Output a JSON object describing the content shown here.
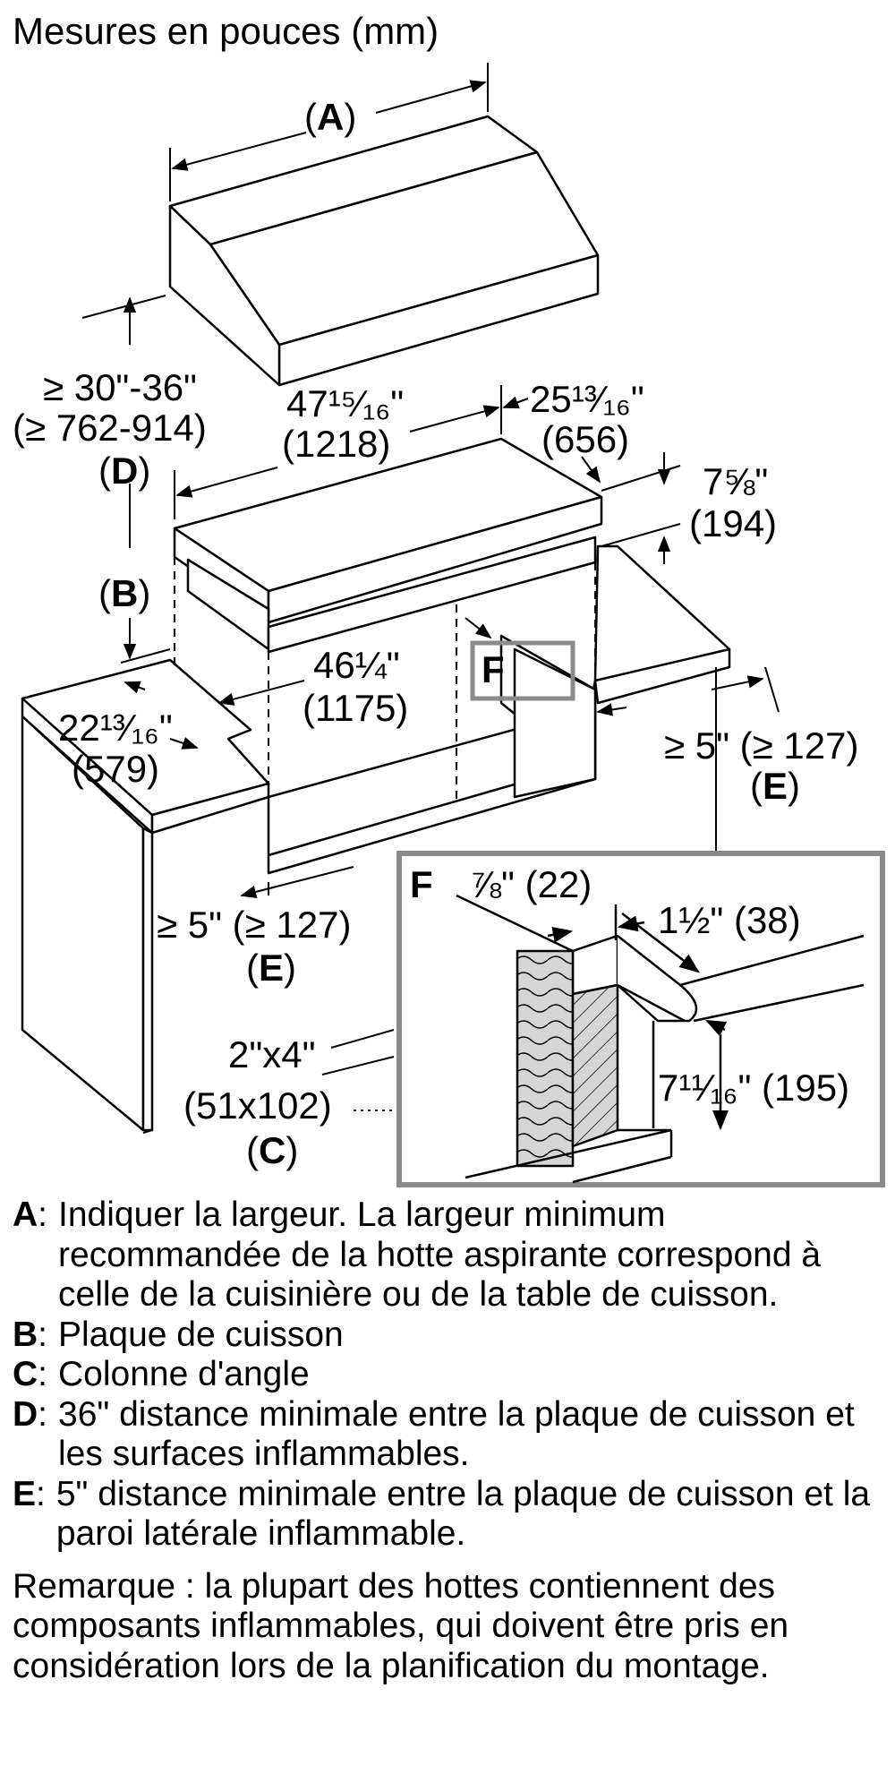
{
  "title": "Mesures en pouces (mm)",
  "dimensions": {
    "a_label": "A",
    "d_in": "≥ 30\"-36\"",
    "d_mm": "(≥ 762-914)",
    "d_label": "D",
    "b_label": "B",
    "width_hood_in": "47¹⁵⁄₁₆\"",
    "width_hood_mm": "(1218)",
    "depth_hood_in": "25¹³⁄₁₆\"",
    "depth_hood_mm": "(656)",
    "height_hood_in": "7⅝\"",
    "height_hood_mm": "(194)",
    "inner_width_in": "46¼\"",
    "inner_width_mm": "(1175)",
    "side_depth_in": "22¹³⁄₁₆\"",
    "side_depth_mm": "(579)",
    "f_label": "F",
    "e_right": "≥ 5\" (≥ 127)",
    "e_right_label": "E",
    "e_left": "≥ 5\" (≥ 127)",
    "e_left_label": "E",
    "stud_in": "2\"x4\"",
    "stud_mm": "(51x102)",
    "c_label": "C"
  },
  "detail_f": {
    "label": "F",
    "dim1": "⅞\" (22)",
    "dim2": "1½\" (38)",
    "dim3": "7¹¹⁄₁₆\" (195)"
  },
  "legend": [
    {
      "key": "A",
      "text": "Indiquer la largeur. La largeur minimum recommandée de la hotte aspirante correspond à celle de la cuisinière ou de la table de cuisson."
    },
    {
      "key": "B",
      "text": "Plaque de cuisson"
    },
    {
      "key": "C",
      "text": "Colonne d'angle"
    },
    {
      "key": "D",
      "text": "36\" distance minimale entre la plaque de cuisson et les surfaces inflammables."
    },
    {
      "key": "E",
      "text": "5\" distance minimale entre la plaque de cuisson et la paroi latérale inflammable."
    }
  ],
  "note": "Remarque : la plupart des hottes contiennent des composants inflammables, qui doivent être pris en considération lors de la planification du montage."
}
